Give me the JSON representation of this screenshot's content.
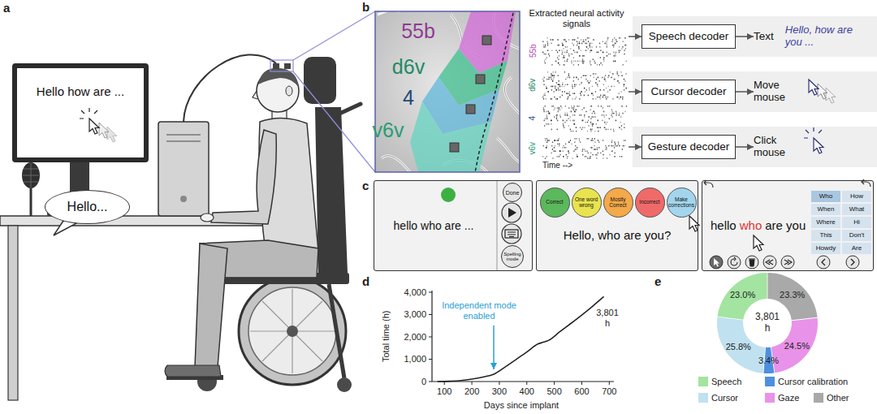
{
  "diagram": {
    "nodes": [
      {
        "text": [
          "Hello how are ..."
        ]
      },
      {
        "text": [
          "Hello..."
        ]
      },
      {
        "text": [
          "Extracted neural activity signals"
        ]
      },
      {
        "text": [
          "Speech decoder"
        ]
      },
      {
        "text": [
          "Text",
          "Hello, how are you ..."
        ]
      },
      {
        "text": [
          "Cursor decoder"
        ]
      },
      {
        "text": [
          "Move mouse"
        ]
      },
      {
        "text": [
          "Gesture decoder"
        ]
      },
      {
        "text": [
          "Click mouse"
        ]
      },
      {
        "text": [
          "hello who are ..."
        ]
      },
      {
        "text": [
          "Done"
        ],
        "in": 9
      },
      {
        "text": [
          "Spelling mode"
        ],
        "in": 9
      },
      {
        "text": [
          "Hello, who are you?"
        ]
      },
      {
        "text": [
          "Correct"
        ],
        "in": 12
      },
      {
        "text": [
          "One word wrong"
        ],
        "in": 12
      },
      {
        "text": [
          "Mostly Correct"
        ],
        "in": 12
      },
      {
        "text": [
          "Incorrect"
        ],
        "in": 12
      },
      {
        "text": [
          "Make corrections"
        ],
        "in": 12
      },
      {
        "text": [
          "hello",
          "who",
          "are you"
        ]
      },
      {
        "text": [
          "Who"
        ],
        "in": 18
      },
      {
        "text": [
          "How"
        ],
        "in": 18
      },
      {
        "text": [
          "When"
        ],
        "in": 18
      },
      {
        "text": [
          "What"
        ],
        "in": 18
      },
      {
        "text": [
          "Where"
        ],
        "in": 18
      },
      {
        "text": [
          "Hi"
        ],
        "in": 18
      },
      {
        "text": [
          "This"
        ],
        "in": 18
      },
      {
        "text": [
          "Don't"
        ],
        "in": 18
      },
      {
        "text": [
          "Howdy"
        ],
        "in": 18
      },
      {
        "text": [
          "Are"
        ],
        "in": 18
      }
    ],
    "edges": [
      {
        "from": 2,
        "to": 3,
        "arrow": "to"
      },
      {
        "from": 2,
        "to": 5,
        "arrow": "to"
      },
      {
        "from": 2,
        "to": 7,
        "arrow": "to"
      },
      {
        "from": 3,
        "to": 4,
        "arrow": "to"
      },
      {
        "from": 5,
        "to": 6,
        "arrow": "to"
      },
      {
        "from": 7,
        "to": 8,
        "arrow": "to"
      }
    ],
    "labels": [
      "a",
      "b",
      "55b",
      "d6v",
      "4",
      "v6v",
      "55b",
      "d6v",
      "4",
      "v6v",
      "Time -->",
      "c",
      "d",
      "4,000",
      "3,000",
      "2,000",
      "1,000",
      "0",
      "100",
      "200",
      "300",
      "400",
      "500",
      "600",
      "700",
      "Total time (h)",
      "Days since implant",
      "Independent mode enabled",
      "3,801 h",
      "e",
      "3,801 h",
      "23.0%",
      "23.3%",
      "24.5%",
      "3.4%",
      "25.8%"
    ],
    "legend": [
      {
        "text": "Speech",
        "color": "#a3e4a0"
      },
      {
        "text": "Cursor calibration",
        "color": "#4d8fe0"
      },
      {
        "text": "Cursor",
        "color": "#c0e1ef"
      },
      {
        "text": "Gaze",
        "color": "#e992e9"
      },
      {
        "text": "Other",
        "color": "#a9a9a9"
      }
    ]
  }
}
